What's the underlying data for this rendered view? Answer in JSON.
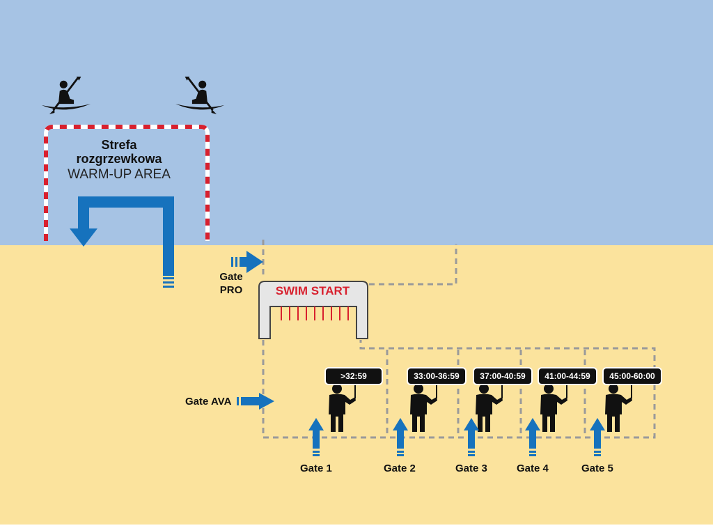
{
  "colors": {
    "water": "#a6c3e4",
    "land": "#fbe39d",
    "arrow_blue": "#1672bd",
    "swim_red": "#d8202e",
    "path_gray": "#9a9a9a"
  },
  "warmup": {
    "title": "Strefa rozgrzewkowa",
    "subtitle": "WARM-UP AREA"
  },
  "swim_start": {
    "label": "SWIM START"
  },
  "gate_pro": {
    "label": "Gate PRO"
  },
  "gate_ava": {
    "label": "Gate AVA"
  },
  "time_signs": [
    ">32:59",
    "33:00-36:59",
    "37:00-40:59",
    "41:00-44:59",
    "45:00-60:00"
  ],
  "gates": [
    "Gate 1",
    "Gate 2",
    "Gate 3",
    "Gate 4",
    "Gate 5"
  ],
  "icons": [
    "kayak-icon",
    "kayak-icon",
    "person-holding-sign-icon",
    "arrow-icon"
  ]
}
